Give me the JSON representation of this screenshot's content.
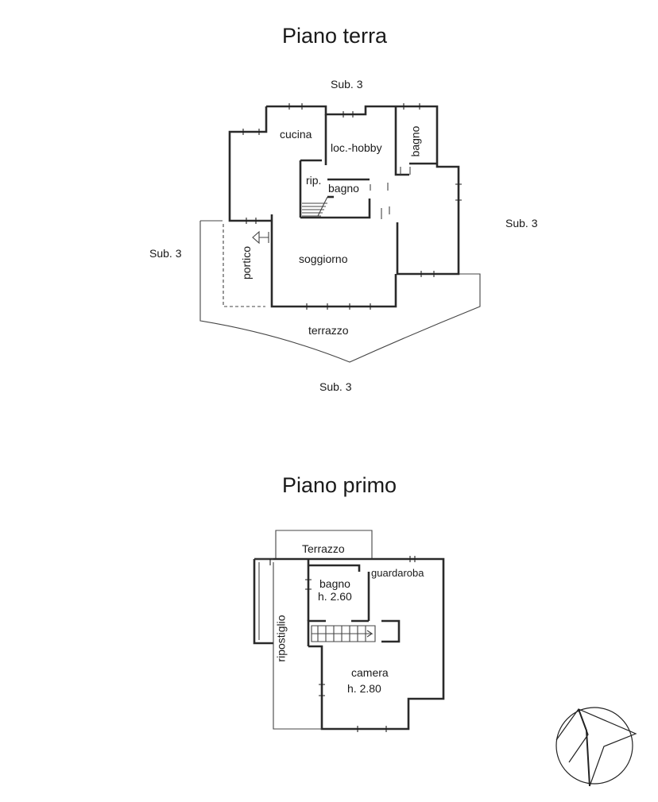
{
  "ground_floor": {
    "title": "Piano terra",
    "sub_top": "Sub. 3",
    "sub_left": "Sub. 3",
    "sub_right": "Sub. 3",
    "sub_bottom": "Sub. 3",
    "rooms": {
      "cucina": "cucina",
      "hobby": "loc.-hobby",
      "bagno_v": "bagno",
      "rip": "rip.",
      "bagno": "bagno",
      "portico": "portico",
      "soggiorno": "soggiorno",
      "terrazzo": "terrazzo"
    }
  },
  "first_floor": {
    "title": "Piano primo",
    "rooms": {
      "terrazzo": "Terrazzo",
      "guardaroba": "guardaroba",
      "bagno": "bagno",
      "bagno_h": "h. 2.60",
      "ripostiglio": "ripostiglio",
      "camera": "camera",
      "camera_h": "h. 2.80"
    }
  }
}
